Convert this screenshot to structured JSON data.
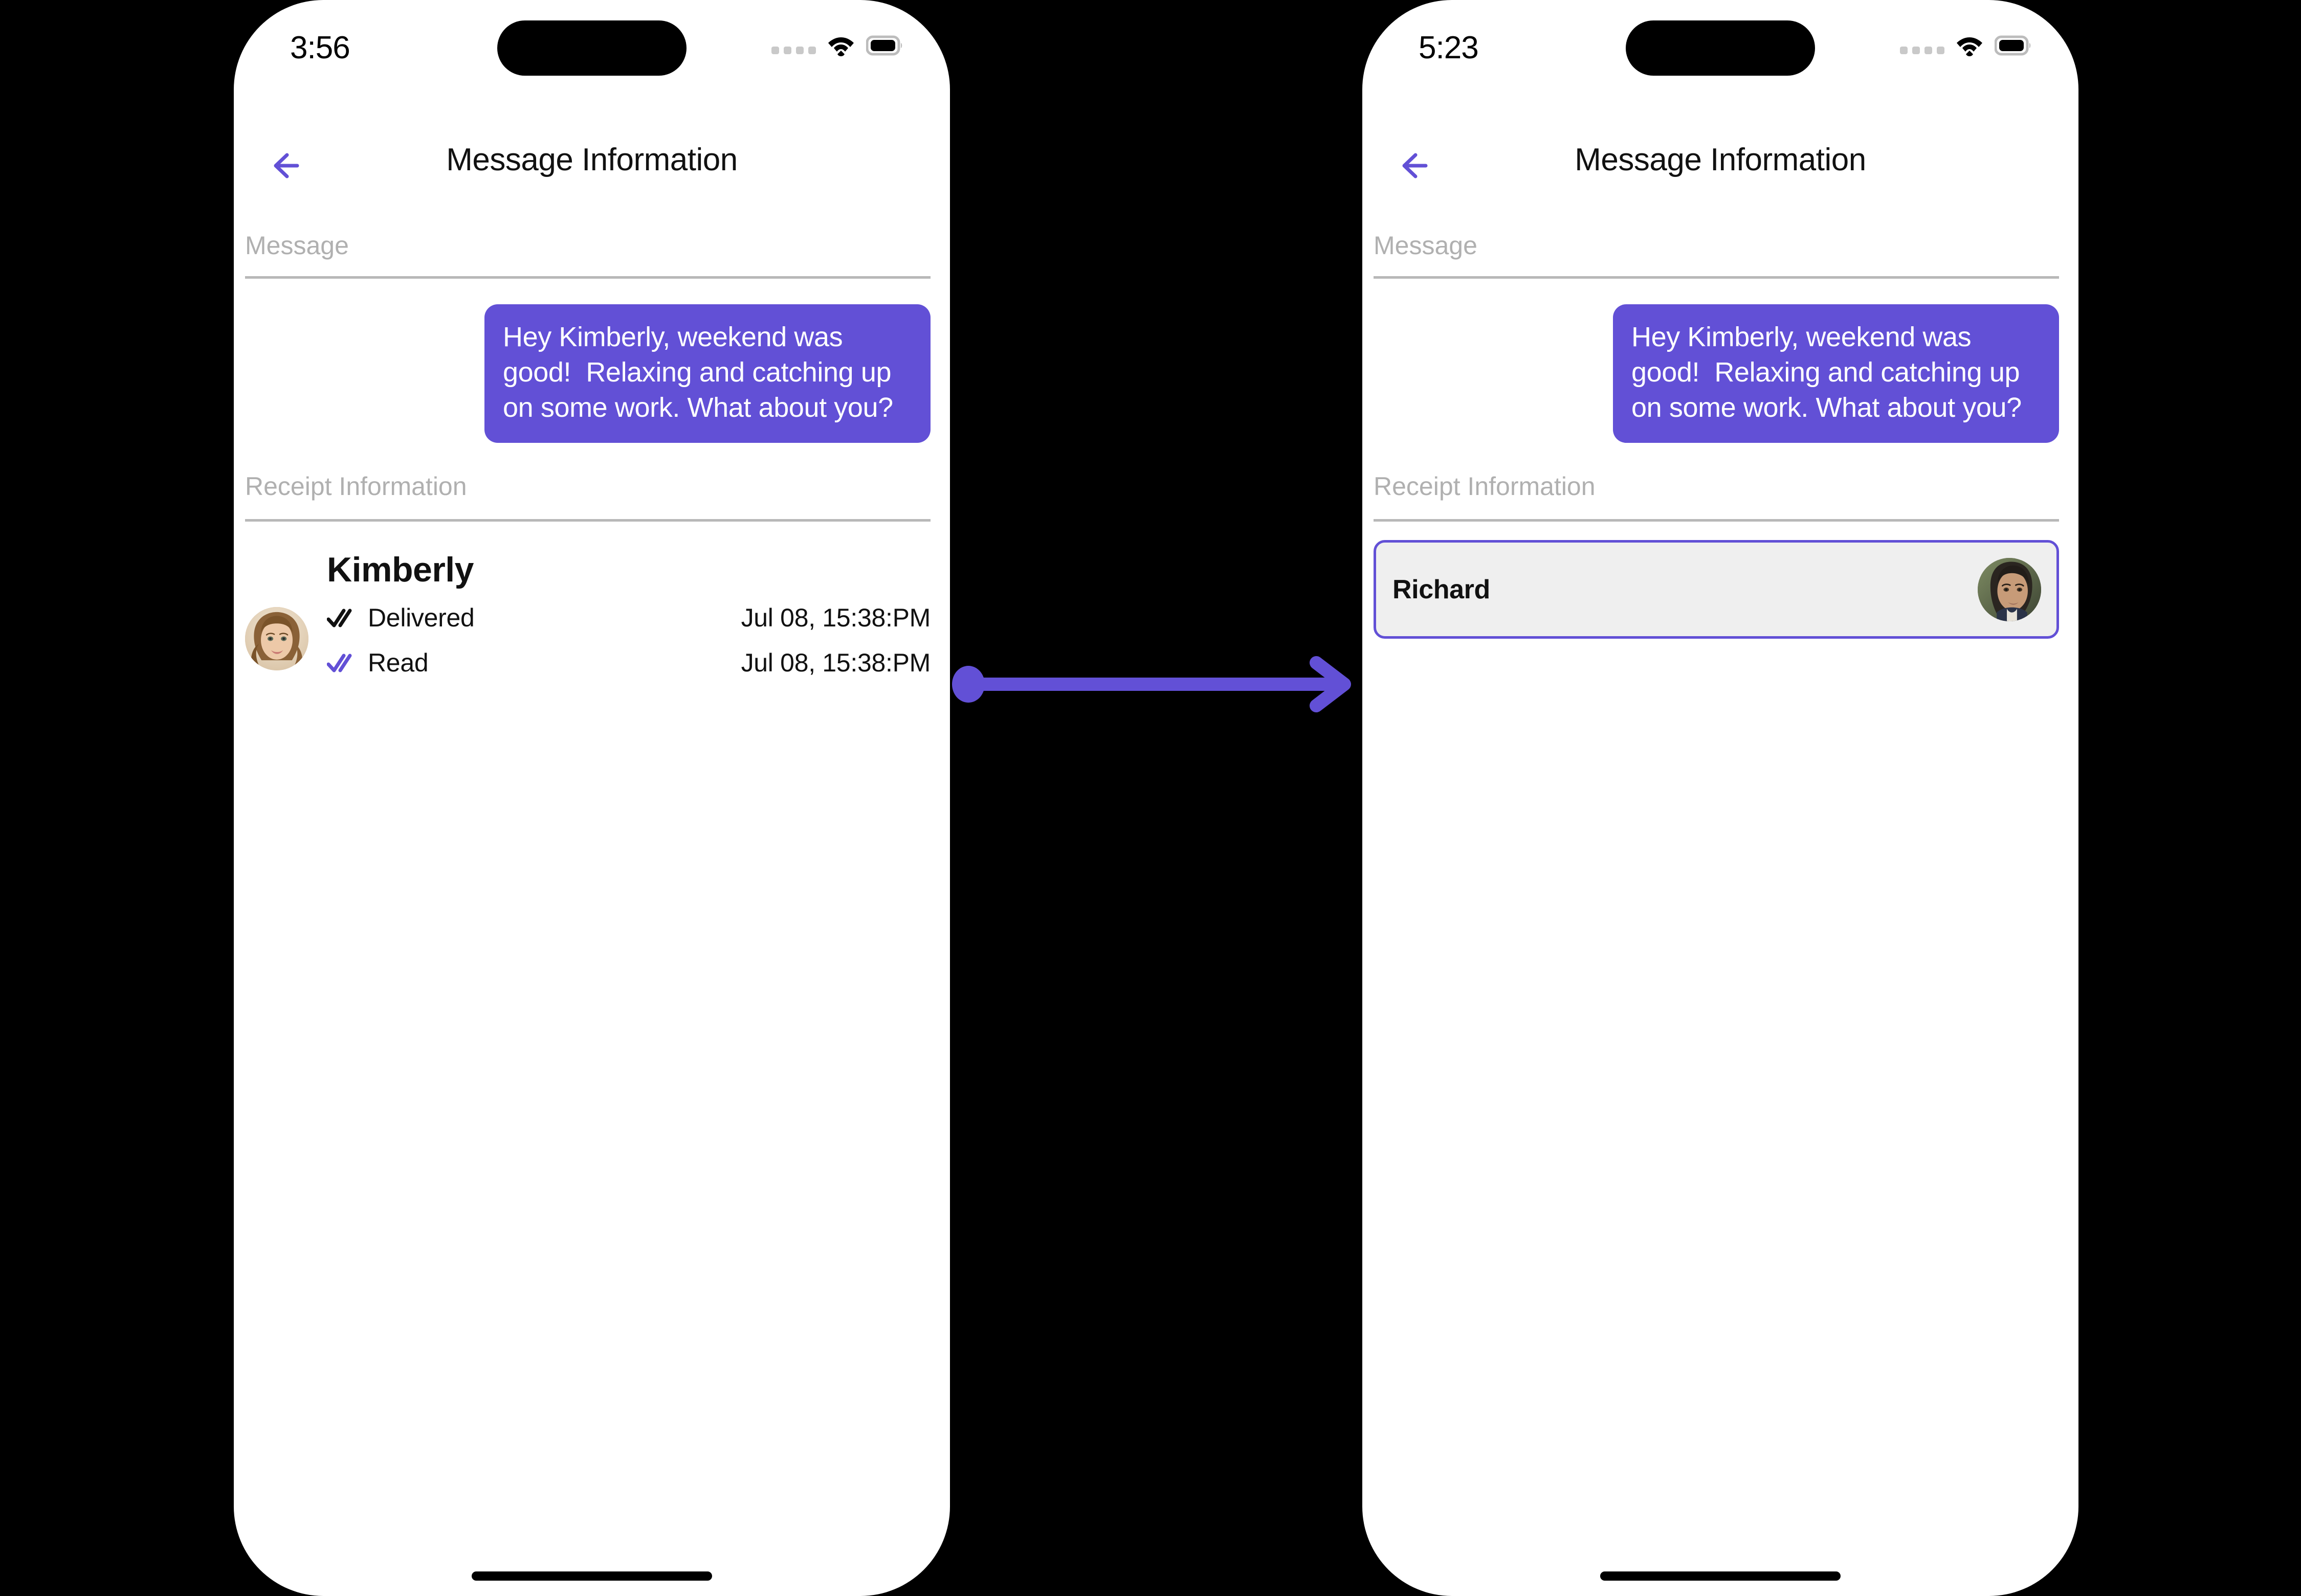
{
  "theme": {
    "accent": "#6250D6",
    "bubble_bg": "#6250D6",
    "bubble_text": "#ffffff",
    "section_label_color": "#b0b0b0",
    "divider_color": "#b8b8b8",
    "card_bg": "#efefef",
    "card_border": "#6250D6",
    "canvas_bg": "#000000",
    "phone_bg": "#ffffff"
  },
  "phones": [
    {
      "id": "before",
      "status_bar": {
        "time": "3:56",
        "signal_icon": "signal-dots-icon",
        "wifi_icon": "wifi-icon",
        "battery_icon": "battery-full-icon"
      },
      "nav": {
        "back_icon": "arrow-left-icon",
        "title": "Message Information"
      },
      "sections": {
        "message_label": "Message",
        "receipt_label": "Receipt Information"
      },
      "message": {
        "text": "Hey Kimberly, weekend was good!  Relaxing and catching up on some work. What about you?",
        "align": "right"
      },
      "receipt": {
        "name": "Kimberly",
        "avatar_icon": "avatar-kimberly",
        "rows": [
          {
            "check_icon": "double-check-icon",
            "check_color": "#111111",
            "status": "Delivered",
            "timestamp": "Jul 08, 15:38:PM"
          },
          {
            "check_icon": "double-check-icon",
            "check_color": "#6250D6",
            "status": "Read",
            "timestamp": "Jul 08, 15:38:PM"
          }
        ]
      },
      "home_indicator": "home-indicator"
    },
    {
      "id": "after",
      "status_bar": {
        "time": "5:23",
        "signal_icon": "signal-dots-icon",
        "wifi_icon": "wifi-icon",
        "battery_icon": "battery-full-icon"
      },
      "nav": {
        "back_icon": "arrow-left-icon",
        "title": "Message Information"
      },
      "sections": {
        "message_label": "Message",
        "receipt_label": "Receipt Information"
      },
      "message": {
        "text": "Hey Kimberly, weekend was good!  Relaxing and catching up on some work. What about you?",
        "align": "right"
      },
      "contact_card": {
        "name": "Richard",
        "avatar_icon": "avatar-richard",
        "selected": true
      },
      "home_indicator": "home-indicator"
    }
  ],
  "connector": {
    "icon": "arrow-right-connector-icon",
    "color": "#6250D6",
    "start_dot": true
  }
}
